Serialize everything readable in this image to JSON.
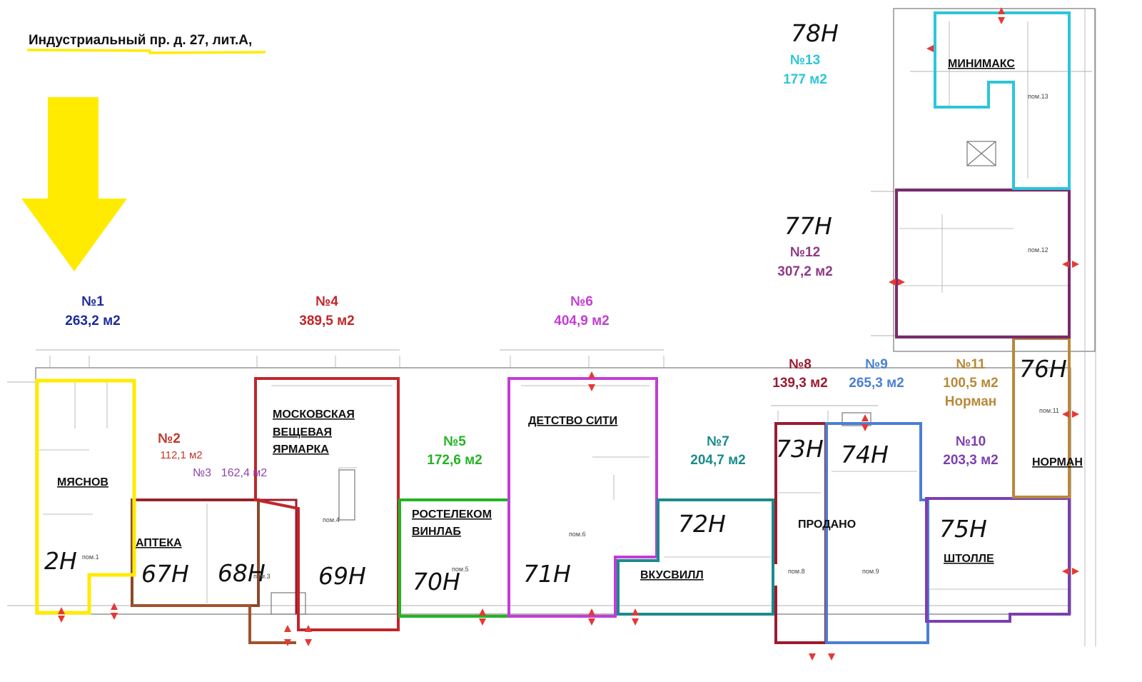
{
  "address": "Индустриальный пр. д. 27, лит.А,",
  "colors": {
    "yellow": "#ffeb00",
    "navy": "#1c2b9a",
    "red": "#c0392b",
    "purple": "#8e44ad",
    "darkred": "#c0262a",
    "green": "#22b422",
    "magenta": "#c43cd6",
    "teal": "#1a8b8b",
    "maroon": "#9b1b30",
    "blue": "#4a7fd4",
    "violet": "#7b3fb0",
    "gold": "#b8893a",
    "cyan": "#2cc6d8",
    "plum": "#7a2a6e",
    "brown": "#8b4a2b"
  },
  "lots": [
    {
      "num": "№1",
      "area": "263,2 м2"
    },
    {
      "num": "№2",
      "area": "112,1 м2"
    },
    {
      "num": "№3",
      "area": "162,4 м2"
    },
    {
      "num": "№4",
      "area": "389,5 м2"
    },
    {
      "num": "№5",
      "area": "172,6 м2"
    },
    {
      "num": "№6",
      "area": "404,9 м2"
    },
    {
      "num": "№7",
      "area": "204,7 м2"
    },
    {
      "num": "№8",
      "area": "139,3 м2"
    },
    {
      "num": "№9",
      "area": "265,3 м2"
    },
    {
      "num": "№10",
      "area": "203,3 м2"
    },
    {
      "num": "№11",
      "area": "100,5 м2",
      "extra": "Норман"
    },
    {
      "num": "№12",
      "area": "307,2 м2"
    },
    {
      "num": "№13",
      "area": "177 м2"
    }
  ],
  "units": [
    "2Н",
    "67Н",
    "68Н",
    "69Н",
    "70Н",
    "71Н",
    "72Н",
    "73Н",
    "74Н",
    "75Н",
    "76Н",
    "77Н",
    "78Н"
  ],
  "tenants": {
    "myasnov": "МЯСНОВ",
    "apteka": "АПТЕКА",
    "moscow1": "МОСКОВСКАЯ",
    "moscow2": "ВЕЩЕВАЯ",
    "moscow3": "ЯРМАРКА",
    "rostelecom1": "РОСТЕЛЕКОМ",
    "rostelecom2": "ВИНЛАБ",
    "detstvo": "ДЕТСТВО СИТИ",
    "vkusvill": "ВКУСВИЛЛ",
    "prodano": "ПРОДАНО",
    "shtolle": "ШТОЛЛЕ",
    "norman": "НОРМАН",
    "minimaks": "МИНИМАКС"
  },
  "rooms": [
    "пом.1",
    "пом.3",
    "пом.4",
    "пом.5",
    "пом.6",
    "пом.8",
    "пом.9",
    "пом.11",
    "пом.12",
    "пом.13"
  ]
}
